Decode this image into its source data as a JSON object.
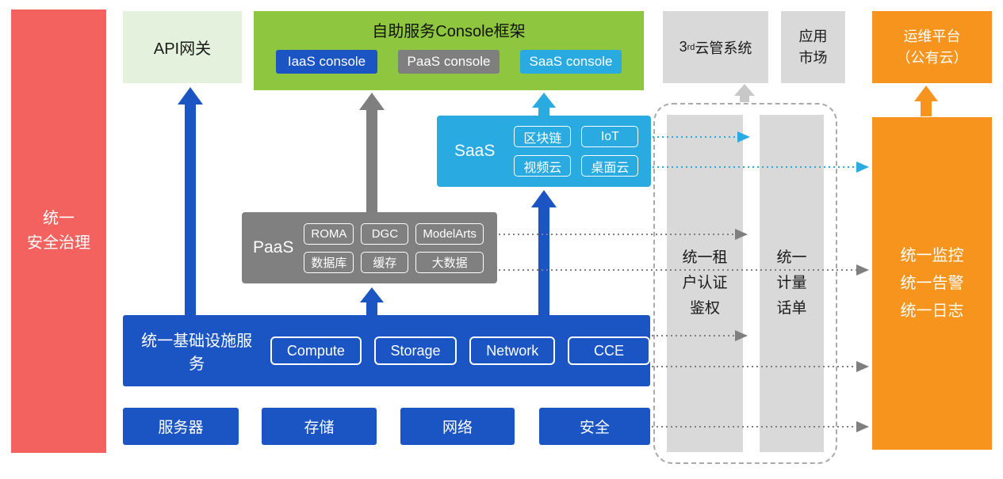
{
  "colors": {
    "red": "#F4625F",
    "light_green": "#E4F1DC",
    "green": "#8EC63F",
    "blue": "#1A55C3",
    "gray": "#7F7F7F",
    "light_gray": "#D9D9D9",
    "cyan": "#29ABE2",
    "orange": "#F7941D"
  },
  "security_bar": {
    "label": "统一\n安全治理"
  },
  "api_gateway": {
    "label": "API网关"
  },
  "console_framework": {
    "title": "自助服务Console框架",
    "consoles": [
      {
        "label": "IaaS console"
      },
      {
        "label": "PaaS console"
      },
      {
        "label": "SaaS console"
      }
    ]
  },
  "third_party_cloud": {
    "prefix": "3",
    "superscript": "rd",
    "suffix": "云管系统"
  },
  "app_market": {
    "label": "应用\n市场"
  },
  "ops_platform": {
    "label": "运维平台\n（公有云）"
  },
  "saas": {
    "label": "SaaS",
    "services": [
      "区块链",
      "IoT",
      "视频云",
      "桌面云"
    ]
  },
  "paas": {
    "label": "PaaS",
    "services": [
      "ROMA",
      "DGC",
      "ModelArts",
      "数据库",
      "缓存",
      "大数据"
    ]
  },
  "iaas": {
    "label": "统一基础设施服务",
    "services": [
      "Compute",
      "Storage",
      "Network",
      "CCE"
    ]
  },
  "infrastructure": [
    "服务器",
    "存储",
    "网络",
    "安全"
  ],
  "auth_bar": {
    "label": "统一租\n户认证\n鉴权"
  },
  "metering_bar": {
    "label": "统一\n计量\n话单"
  },
  "monitoring_bar": {
    "label": "统一监控\n统一告警\n统一日志"
  }
}
